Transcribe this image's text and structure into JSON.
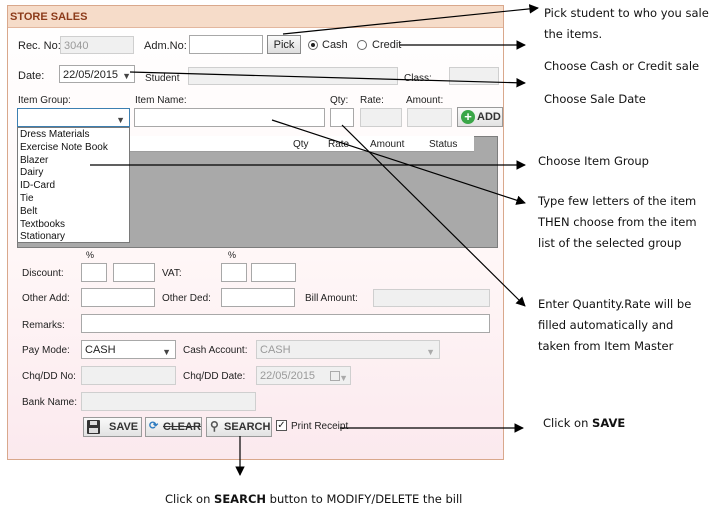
{
  "window": {
    "title": "STORE SALES"
  },
  "form": {
    "rec_no_label": "Rec. No:",
    "rec_no_value": "3040",
    "adm_no_label": "Adm.No:",
    "adm_no_value": "",
    "pick_button": "Pick",
    "cash_label": "Cash",
    "credit_label": "Credit",
    "date_label": "Date:",
    "date_value": "22/05/2015",
    "student_label": "Student",
    "class_label": "Class:",
    "item_group_label": "Item Group:",
    "item_name_label": "Item Name:",
    "qty_label": "Qty:",
    "rate_label": "Rate:",
    "amount_label": "Amount:",
    "add_button": "ADD",
    "item_groups": [
      "Dress Materials",
      "Exercise Note Book",
      "Blazer",
      "Dairy",
      "ID-Card",
      "Tie",
      "Belt",
      "Textbooks",
      "Stationary"
    ]
  },
  "grid": {
    "columns": [
      "Qty",
      "Rate",
      "Amount",
      "Status"
    ]
  },
  "totals": {
    "percent_symbol": "%",
    "discount_label": "Discount:",
    "vat_label": "VAT:",
    "other_add_label": "Other Add:",
    "other_ded_label": "Other Ded:",
    "bill_amount_label": "Bill Amount:",
    "remarks_label": "Remarks:",
    "pay_mode_label": "Pay Mode:",
    "pay_mode_value": "CASH",
    "cash_account_label": "Cash Account:",
    "cash_account_value": "CASH",
    "chq_no_label": "Chq/DD No:",
    "chq_date_label": "Chq/DD Date:",
    "chq_date_value": "22/05/2015",
    "bank_name_label": "Bank Name:"
  },
  "toolbar": {
    "save_label": "SAVE",
    "clear_label": "CLEAR",
    "search_label": "SEARCH",
    "print_receipt_label": "Print Receipt"
  },
  "annotations": {
    "pick_1": "Pick student to who you sale",
    "pick_2": "the items.",
    "cash_credit": "Choose Cash or Credit sale",
    "sale_date": "Choose Sale Date",
    "item_group": "Choose Item Group",
    "type_1": "Type few letters of the item",
    "type_2": "THEN choose  from the item",
    "type_3": "list of the selected group",
    "qty_1": "Enter Quantity.Rate will be",
    "qty_2": "filled automatically and",
    "qty_3": "taken from Item Master",
    "save_pre": "Click on ",
    "save_bold": "SAVE",
    "search_pre": "Click on ",
    "search_bold": "SEARCH",
    "search_post": " button to MODIFY/DELETE the bill"
  },
  "colors": {
    "title_bar": "#f6dcc9",
    "title_text": "#8c3b1a",
    "grid_bg": "#a9a9a9",
    "add_icon": "#3aa648"
  }
}
